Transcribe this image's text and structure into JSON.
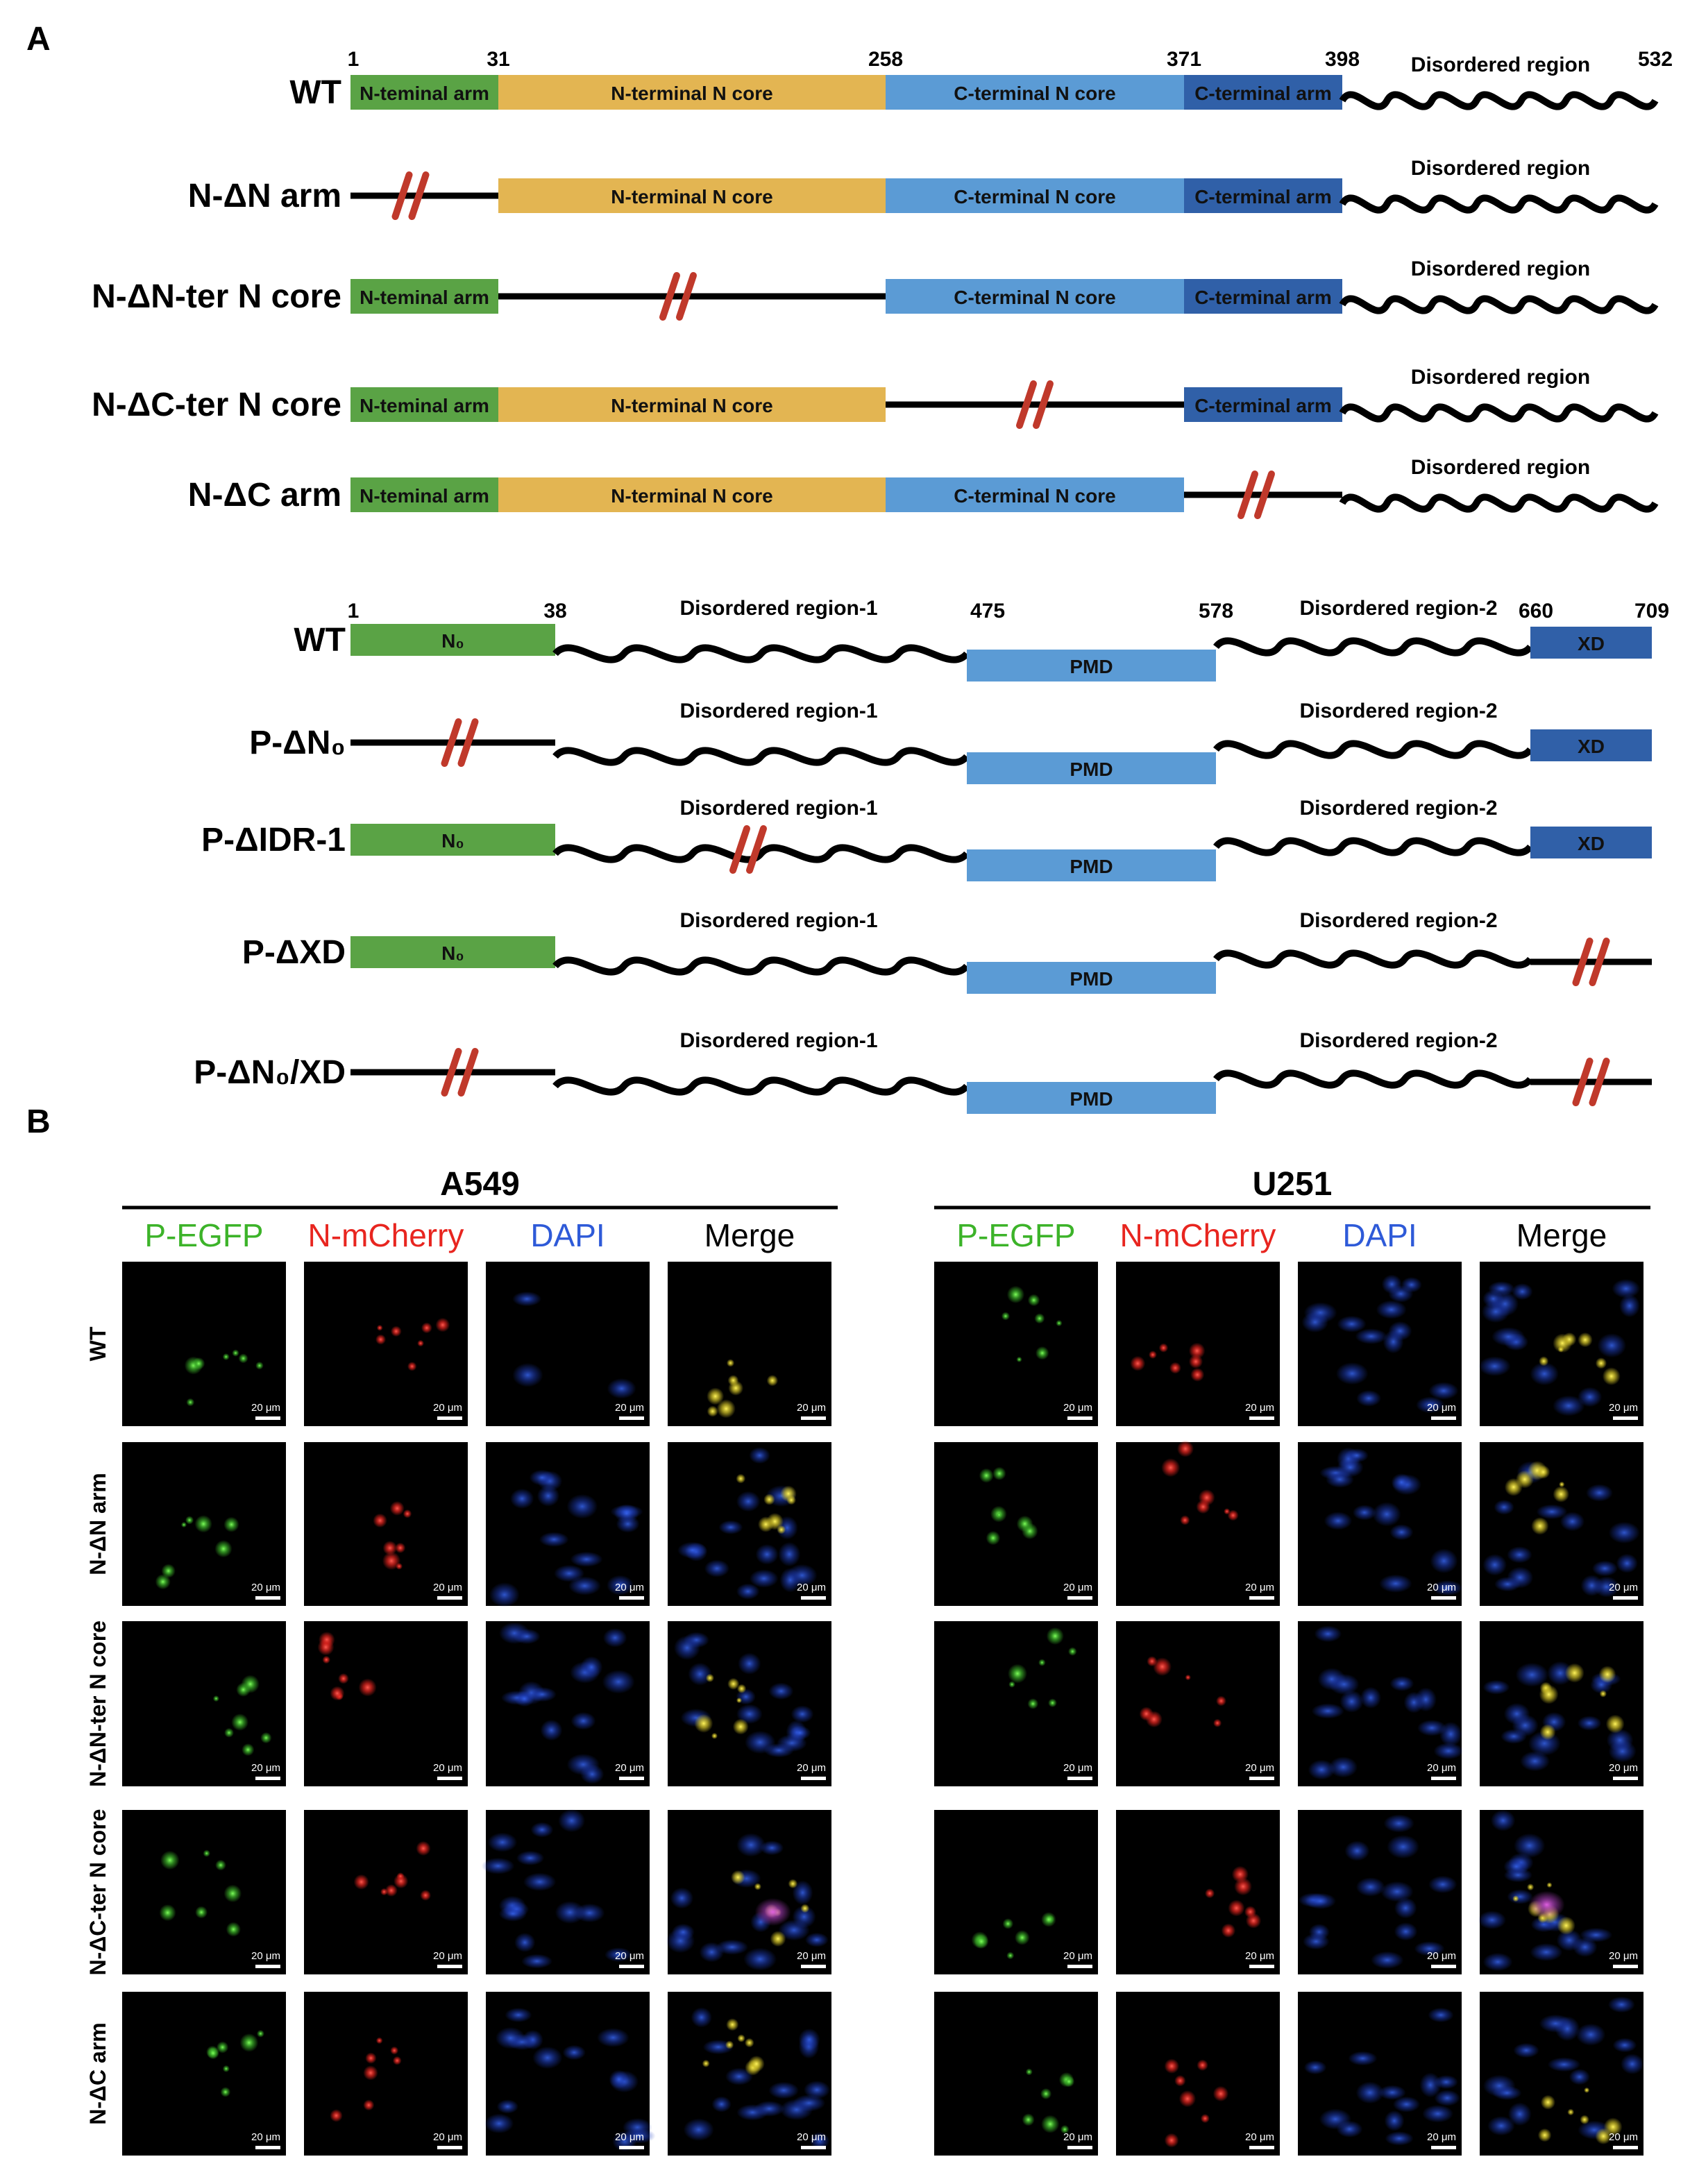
{
  "panel_a_letter": "A",
  "panel_b_letter": "B",
  "colors": {
    "arm_green": "#5aa345",
    "n_core": "#e3b552",
    "c_core": "#5b9bd5",
    "c_arm_blue": "#3060a8",
    "cut_red": "#c0392b",
    "line_black": "#000000",
    "egfp_green": "#3cb329",
    "mcherry_red": "#e8251f",
    "dapi_blue": "#2e5ad8"
  },
  "n_protein": {
    "positions": [
      "1",
      "31",
      "258",
      "371",
      "398",
      "532"
    ],
    "constructs": [
      {
        "name": "WT",
        "arm": "N-teminal arm",
        "ncore": "N-terminal N core",
        "ccore": "C-terminal N core",
        "carm": "C-terminal arm",
        "idr": "Disordered region"
      },
      {
        "name": "N-ΔN arm",
        "ncore": "N-terminal N core",
        "ccore": "C-terminal N core",
        "carm": "C-terminal arm",
        "idr": "Disordered region"
      },
      {
        "name": "N-ΔN-ter N core",
        "arm": "N-teminal arm",
        "ccore": "C-terminal N core",
        "carm": "C-terminal arm",
        "idr": "Disordered region"
      },
      {
        "name": "N-ΔC-ter N core",
        "arm": "N-teminal arm",
        "ncore": "N-terminal N core",
        "carm": "C-terminal arm",
        "idr": "Disordered region"
      },
      {
        "name": "N-ΔC arm",
        "arm": "N-teminal arm",
        "ncore": "N-terminal N core",
        "ccore": "C-terminal N core",
        "idr": "Disordered region"
      }
    ]
  },
  "p_protein": {
    "positions": [
      "1",
      "38",
      "475",
      "578",
      "660",
      "709"
    ],
    "constructs": [
      {
        "name": "WT",
        "n0": "N₀",
        "idr1": "Disordered region-1",
        "pmd": "PMD",
        "idr2": "Disordered region-2",
        "xd": "XD"
      },
      {
        "name": "P-ΔN₀",
        "idr1": "Disordered region-1",
        "pmd": "PMD",
        "idr2": "Disordered region-2",
        "xd": "XD"
      },
      {
        "name": "P-ΔIDR-1",
        "n0": "N₀",
        "idr1": "Disordered region-1",
        "pmd": "PMD",
        "idr2": "Disordered region-2",
        "xd": "XD"
      },
      {
        "name": "P-ΔXD",
        "n0": "N₀",
        "idr1": "Disordered region-1",
        "pmd": "PMD",
        "idr2": "Disordered region-2"
      },
      {
        "name": "P-ΔN₀/XD",
        "idr1": "Disordered region-1",
        "pmd": "PMD",
        "idr2": "Disordered region-2"
      }
    ]
  },
  "microscopy": {
    "cell_lines": [
      "A549",
      "U251"
    ],
    "channels": [
      "P-EGFP",
      "N-mCherry",
      "DAPI",
      "Merge"
    ],
    "rows": [
      "WT",
      "N-ΔN arm",
      "N-ΔN-ter N core",
      "N-ΔC-ter N core",
      "N-ΔC arm"
    ],
    "scale_bar": "20 μm"
  }
}
